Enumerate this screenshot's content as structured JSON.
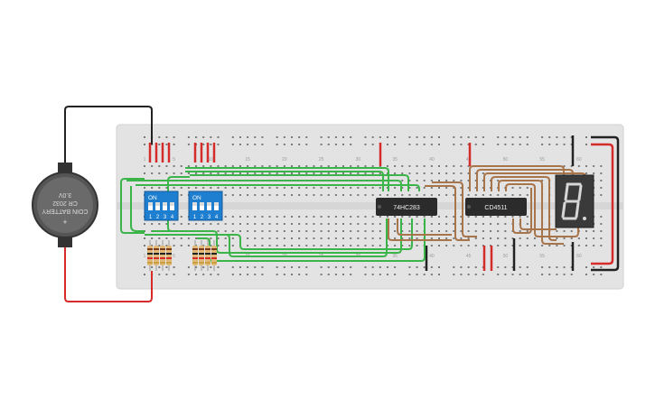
{
  "battery": {
    "label_line1": "COIN BATTERY",
    "label_line2": "CR 2032",
    "label_line3": "3.0V",
    "symbol": "+"
  },
  "breadboard": {
    "column_numbers_top": [
      "1",
      "5",
      "10",
      "15",
      "20",
      "25",
      "30",
      "35",
      "40",
      "45",
      "50",
      "55",
      "60"
    ],
    "column_numbers_bottom": [
      "1",
      "5",
      "10",
      "15",
      "20",
      "25",
      "30",
      "35",
      "40",
      "45",
      "50",
      "55",
      "60"
    ]
  },
  "dip_switches": [
    {
      "on_label": "ON",
      "pins": [
        "1",
        "2",
        "3",
        "4"
      ]
    },
    {
      "on_label": "ON",
      "pins": [
        "1",
        "2",
        "3",
        "4"
      ]
    }
  ],
  "chips": {
    "adder": {
      "label": "74HC283"
    },
    "decoder": {
      "label": "CD4511"
    }
  },
  "display": {
    "digit": "8."
  },
  "colors": {
    "breadboard": "#e6e6e6",
    "wire_red": "#d62b2b",
    "wire_black": "#222222",
    "wire_green": "#3bb54a",
    "wire_brown": "#a8744a",
    "dip_blue": "#1e7fd1",
    "chip": "#2b2b2b"
  }
}
